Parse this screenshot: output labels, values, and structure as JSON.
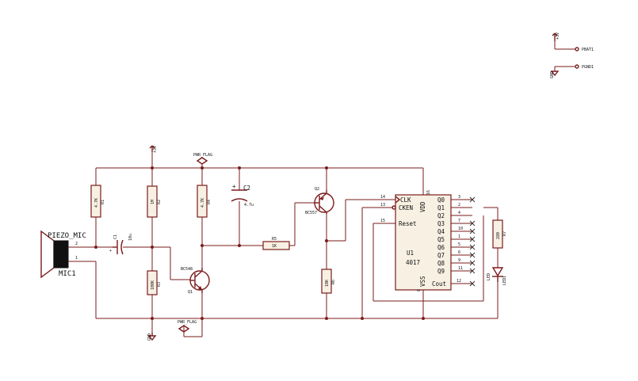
{
  "mic": {
    "name": "PIEZO_MIC",
    "ref": "MIC1",
    "pin2": "2",
    "pin1": "1"
  },
  "c1": {
    "ref": "C1",
    "value": "10u"
  },
  "c2": {
    "ref": "C2",
    "value": "4.7u",
    "plus": "+"
  },
  "r1": {
    "ref": "R1",
    "value": "4.7K"
  },
  "r2": {
    "ref": "R2",
    "value": "1M"
  },
  "r3": {
    "ref": "R3",
    "value": "100K"
  },
  "r4": {
    "ref": "R4",
    "value": "4.7K"
  },
  "r5": {
    "ref": "R5",
    "value": "1K"
  },
  "r6": {
    "ref": "R6",
    "value": "10K"
  },
  "r7": {
    "ref": "R7",
    "value": "280"
  },
  "q1": {
    "ref": "Q1",
    "value": "BC548"
  },
  "q2": {
    "ref": "Q2",
    "value": "BC557"
  },
  "led": {
    "ref": "LED1",
    "value": "LED"
  },
  "pwr_flag_top": "PWR_FLAG",
  "pwr_flag_bottom": "PWR_FLAG",
  "vcc": "+3V",
  "gnd": "GND",
  "conn": {
    "pbat": "PBAT1",
    "pgnd": "PGND1"
  },
  "ic": {
    "ref": "U1",
    "value": "4017",
    "clk": "CLK",
    "cken": "CKEN",
    "reset": "Reset",
    "vdd": "VDD",
    "vss": "VSS",
    "cout": "Cout",
    "pin_clk": "14",
    "pin_cken": "13",
    "pin_reset": "15",
    "pin_vdd": "16",
    "pin_vss": "8",
    "pin_cout": "12",
    "outputs": [
      {
        "label": "Q0",
        "pin": "3"
      },
      {
        "label": "Q1",
        "pin": "2"
      },
      {
        "label": "Q2",
        "pin": "4"
      },
      {
        "label": "Q3",
        "pin": "7"
      },
      {
        "label": "Q4",
        "pin": "10"
      },
      {
        "label": "Q5",
        "pin": "1"
      },
      {
        "label": "Q6",
        "pin": "5"
      },
      {
        "label": "Q7",
        "pin": "6"
      },
      {
        "label": "Q8",
        "pin": "9"
      },
      {
        "label": "Q9",
        "pin": "11"
      }
    ]
  }
}
